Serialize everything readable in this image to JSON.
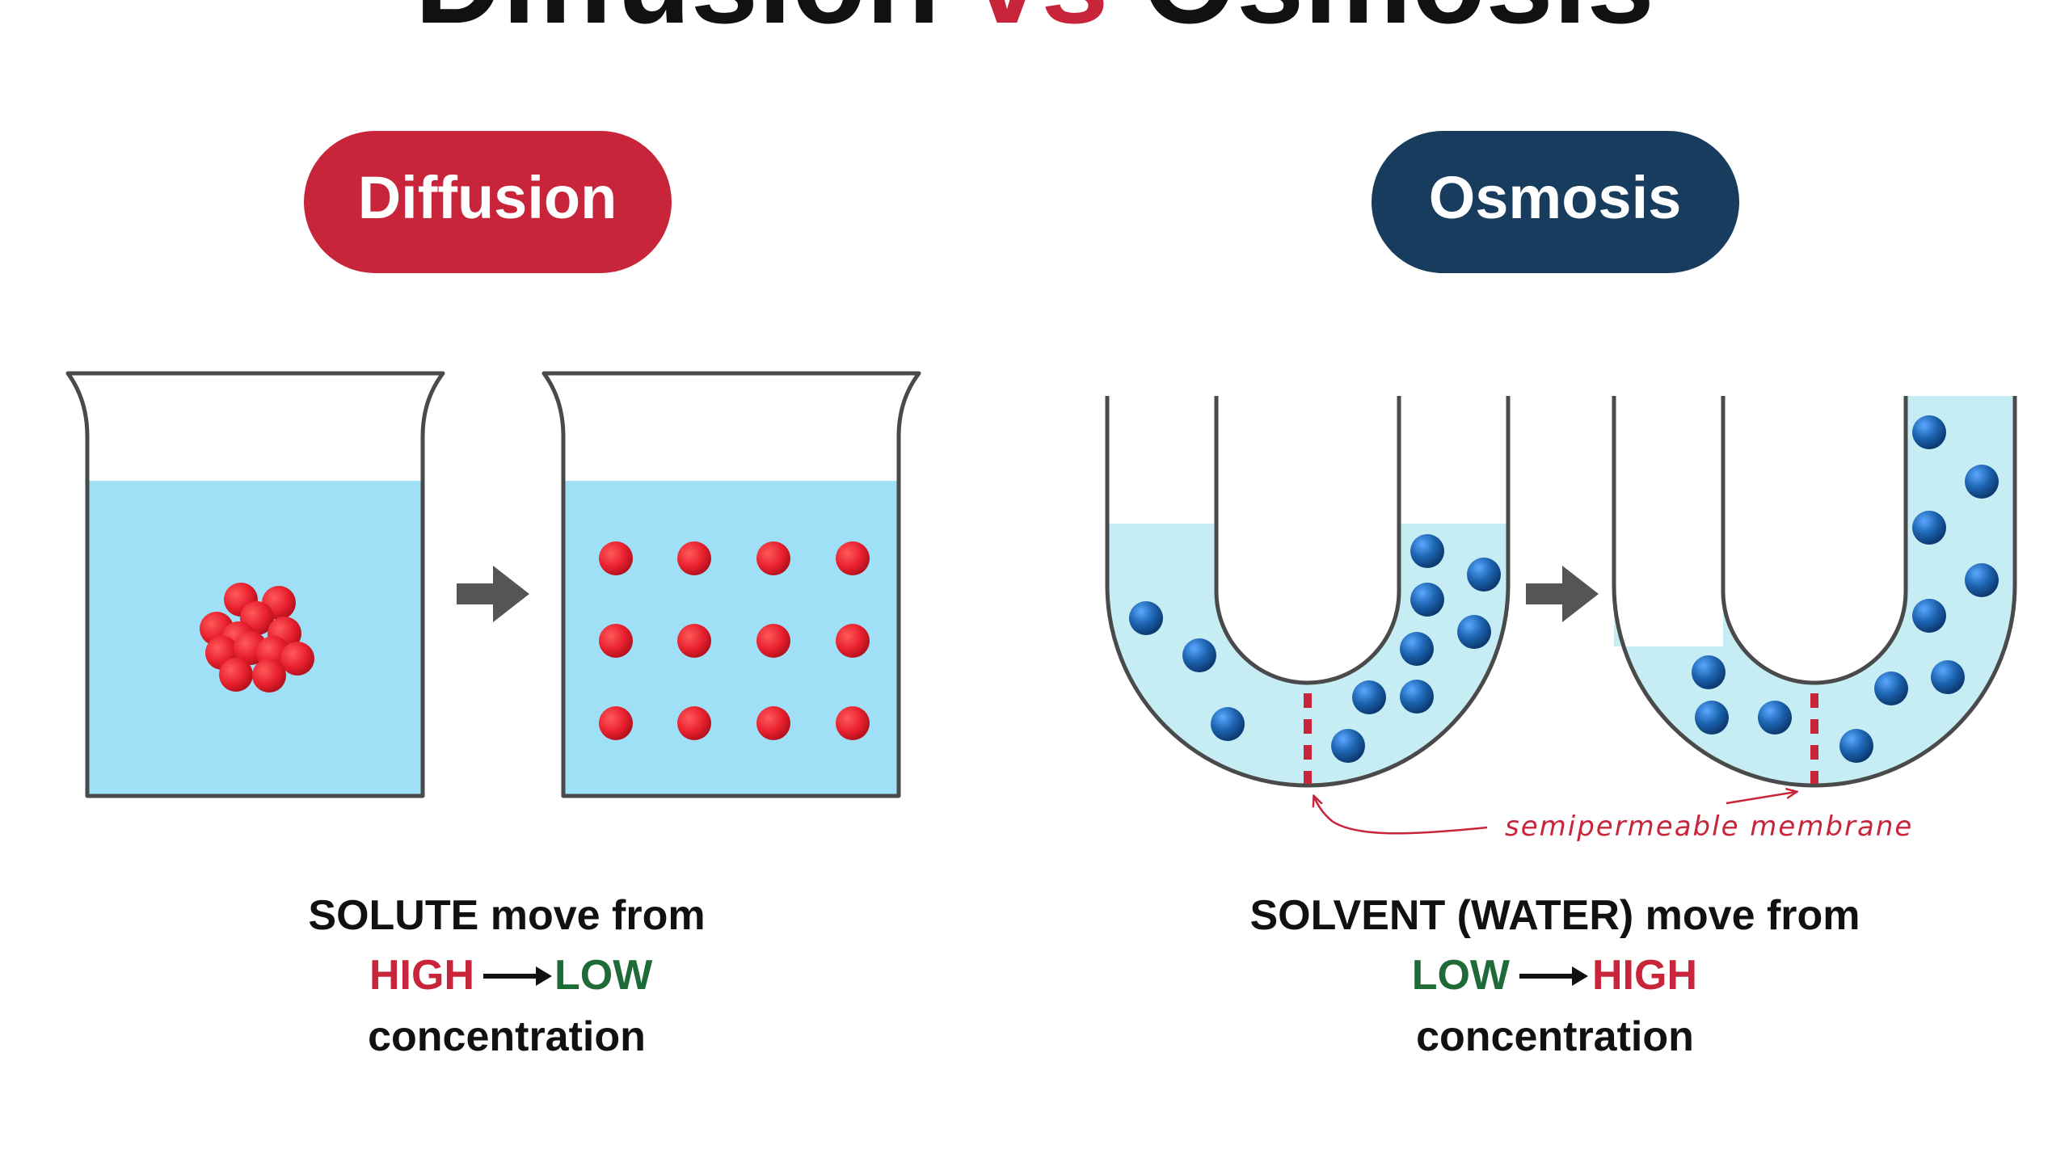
{
  "title": {
    "left": "Diffusion",
    "vs": "vs",
    "right": "Osmosis"
  },
  "panels": {
    "diffusion": {
      "pill_label": "Diffusion",
      "caption_line1": "SOLUTE move from",
      "from_label": "HIGH",
      "to_label": "LOW",
      "caption_line3": "concentration"
    },
    "osmosis": {
      "pill_label": "Osmosis",
      "caption_line1": "SOLVENT (WATER) move from",
      "from_label": "LOW",
      "to_label": "HIGH",
      "caption_line3": "concentration",
      "membrane_note": "semipermeable membrane"
    }
  },
  "colors": {
    "red": "#c8243a",
    "navy": "#173c5e",
    "green": "#1e6b38",
    "beaker_water": "#9fe0f7",
    "tube_water": "#c6ecf4",
    "outline": "#4a4a4a",
    "arrow": "#555555",
    "solute": "#e8202e",
    "water_particle": "#1d64b0"
  },
  "icons": {
    "process_arrow": "right-arrow-icon"
  }
}
